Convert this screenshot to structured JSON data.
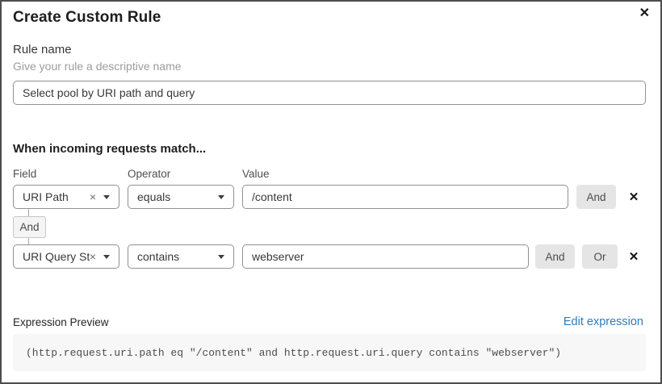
{
  "dialog": {
    "title": "Create Custom Rule"
  },
  "icons": {
    "close": "✕",
    "remove_row": "✕",
    "clear_selection": "×"
  },
  "rule_name": {
    "label": "Rule name",
    "hint": "Give your rule a descriptive name",
    "value": "Select pool by URI path and query"
  },
  "match_section": {
    "heading": "When incoming requests match...",
    "columns": {
      "field": "Field",
      "operator": "Operator",
      "value": "Value"
    },
    "rows": [
      {
        "field": "URI Path",
        "operator": "equals",
        "value": "/content",
        "and_label": "And"
      },
      {
        "field": "URI Query St...",
        "operator": "contains",
        "value": "webserver",
        "and_label": "And",
        "or_label": "Or"
      }
    ],
    "connector_label": "And"
  },
  "expression_preview": {
    "label": "Expression Preview",
    "edit_link": "Edit expression",
    "expression": "(http.request.uri.path eq \"/content\" and http.request.uri.query contains \"webserver\")"
  },
  "colors": {
    "link_blue": "#2f7bbc",
    "button_gray": "#e5e5e5",
    "code_background": "#f7f7f7",
    "border_gray": "#919191"
  }
}
